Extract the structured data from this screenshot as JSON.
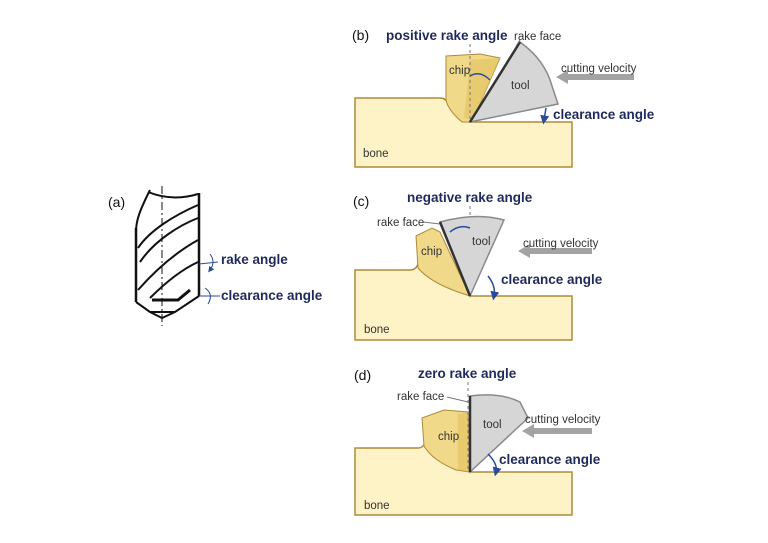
{
  "panel_a": {
    "letter": "(a)",
    "rake_angle": "rake angle",
    "clearance_angle": "clearance angle"
  },
  "panel_b": {
    "letter": "(b)",
    "title": "positive rake angle",
    "rake_face": "rake face",
    "chip": "chip",
    "tool": "tool",
    "cutting_velocity": "cutting velocity",
    "clearance_angle": "clearance angle",
    "bone": "bone"
  },
  "panel_c": {
    "letter": "(c)",
    "title": "negative rake angle",
    "rake_face": "rake face",
    "chip": "chip",
    "tool": "tool",
    "cutting_velocity": "cutting velocity",
    "clearance_angle": "clearance angle",
    "bone": "bone"
  },
  "panel_d": {
    "letter": "(d)",
    "title": "zero rake angle",
    "rake_face": "rake face",
    "chip": "chip",
    "tool": "tool",
    "cutting_velocity": "cutting velocity",
    "clearance_angle": "clearance angle",
    "bone": "bone"
  },
  "colors": {
    "bone": "#fdf3c6",
    "bone_stroke": "#b08a3a",
    "chip": "#f1d98a",
    "chip_dark": "#e2c05e",
    "tool": "#d6d6d6",
    "tool_stroke": "#8a8a8a",
    "arrow": "#a3a3a3",
    "annotation": "#1f2a5a"
  }
}
